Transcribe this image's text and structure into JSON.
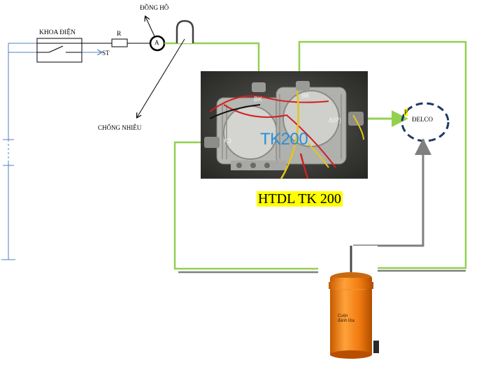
{
  "labels": {
    "dong_ho": "ĐỒNG HỒ",
    "khoa_dien": "KHOA ĐIỆN",
    "resistor": "R",
    "ammeter": "A",
    "st": "ST",
    "chong_nhieu": "CHỐNG NHIỄU",
    "delco": "ĐELCO",
    "delco_p": "P",
    "bk_left": "BK",
    "bk_right": "BK",
    "k3": "K3",
    "delta_p": "Δ(P)",
    "tk200": "TK200",
    "title": "HTDL TK 200",
    "coil_line1": "Cuộn",
    "coil_line2": "đánh lửa"
  },
  "colors": {
    "green_wire": "#92d050",
    "gray_wire": "#7f7f7f",
    "blue_wire": "#4f81bd",
    "coil_orange": "#f07a10",
    "title_highlight": "#ffff00",
    "delco_border": "#1f3864"
  }
}
